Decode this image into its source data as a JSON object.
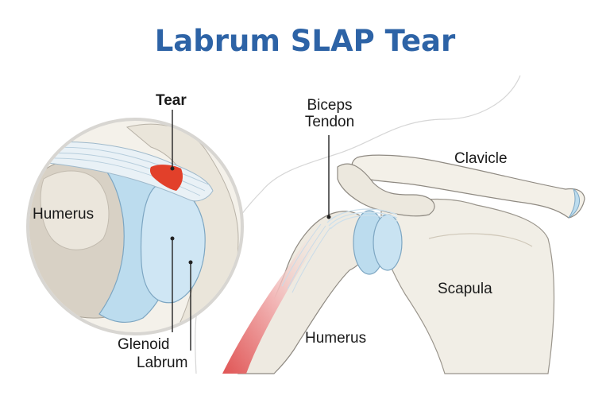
{
  "title": "Labrum SLAP Tear",
  "colors": {
    "title": "#2d63a6",
    "bone": "#f1eee6",
    "bone_shadow": "#cfc7b8",
    "cartilage": "#bcdcee",
    "tear": "#e2402a",
    "muscle": "#e07070",
    "outline": "#8c8c8c",
    "leader_line": "#222222"
  },
  "inset": {
    "labels": {
      "tear": "Tear",
      "humerus": "Humerus",
      "glenoid": "Glenoid",
      "labrum": "Labrum"
    }
  },
  "main": {
    "labels": {
      "biceps_line1": "Biceps",
      "biceps_line2": "Tendon",
      "clavicle": "Clavicle",
      "scapula": "Scapula",
      "humerus": "Humerus"
    }
  }
}
